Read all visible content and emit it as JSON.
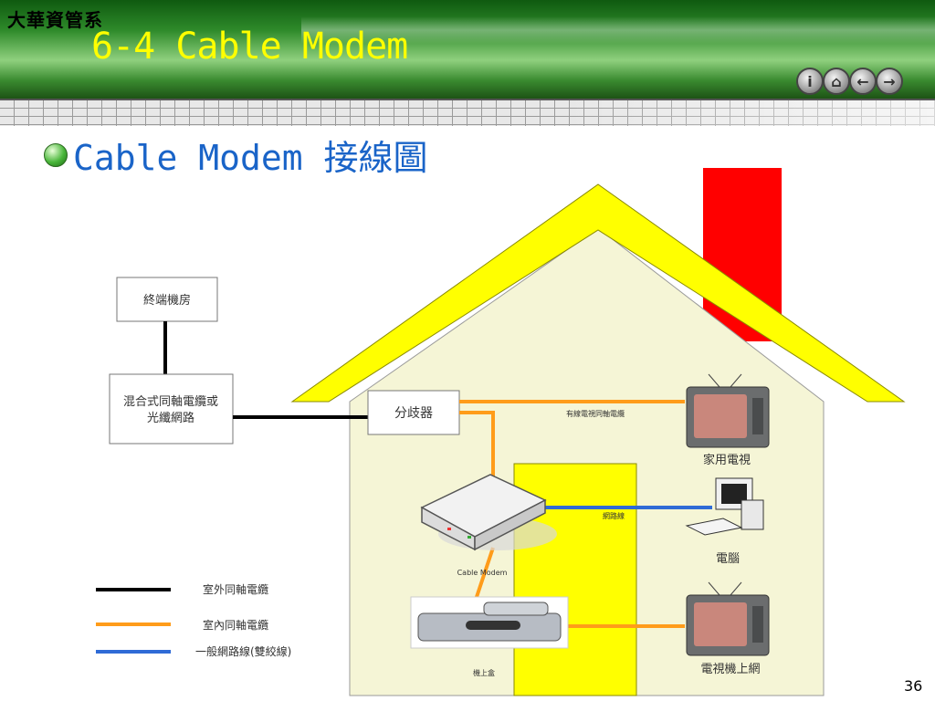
{
  "header": {
    "department": "大華資管系",
    "title": "6-4 Cable Modem"
  },
  "nav": {
    "info_icon": "info-icon",
    "home_icon": "home-icon",
    "back_icon": "arrow-left-icon",
    "forward_icon": "arrow-right-icon"
  },
  "slide": {
    "heading": "Cable Modem 接線圖",
    "page_number": "36"
  },
  "diagram": {
    "head_end": "終端機房",
    "hfc_line1": "混合式同軸電纜或",
    "hfc_line2": "光纖網路",
    "splitter": "分歧器",
    "cable_tv_line": "有線電視同軸電纜",
    "network_line": "網路線",
    "cable_modem": "Cable Modem",
    "set_top_box": "機上盒",
    "home_tv": "家用電視",
    "computer": "電腦",
    "tv_internet": "電視機上網"
  },
  "legend": [
    {
      "label": "室外同軸電纜",
      "color": "#000000"
    },
    {
      "label": "室內同軸電纜",
      "color": "#ff9c1a"
    },
    {
      "label": "一般網路線(雙絞線)",
      "color": "#2f6bd6"
    }
  ],
  "colors": {
    "roof": "#ffff00",
    "house_wall": "#f5f5d6",
    "chimney": "#ff0000",
    "door": "#ffff00",
    "title": "#ffff00",
    "heading": "#1a64c8"
  }
}
